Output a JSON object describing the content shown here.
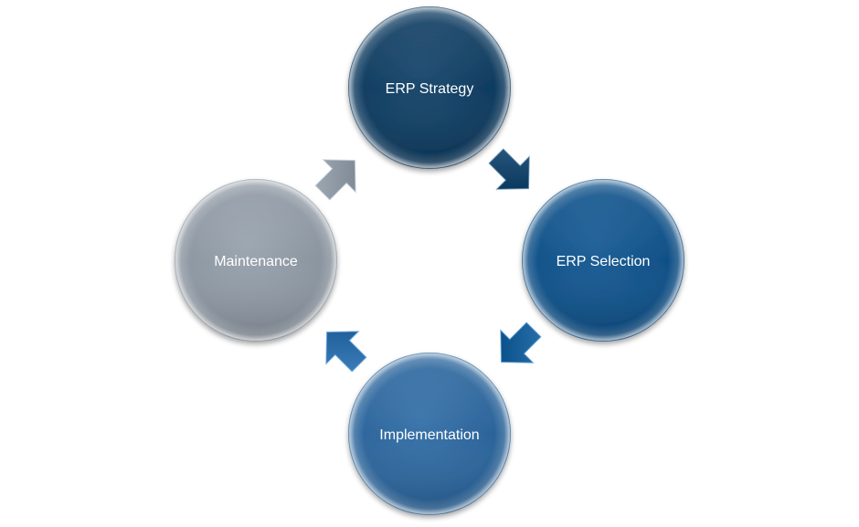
{
  "diagram": {
    "nodes": [
      {
        "id": "strategy",
        "label": "ERP Strategy",
        "color": "#0d3a5e"
      },
      {
        "id": "selection",
        "label": "ERP Selection",
        "color": "#0e4f86"
      },
      {
        "id": "implementation",
        "label": "Implementation",
        "color": "#2a6399"
      },
      {
        "id": "maintenance",
        "label": "Maintenance",
        "color": "#8a949f"
      }
    ],
    "arrows": [
      {
        "from": "strategy",
        "to": "selection",
        "color": "#0e3d63"
      },
      {
        "from": "selection",
        "to": "implementation",
        "color": "#0f5690"
      },
      {
        "from": "implementation",
        "to": "maintenance",
        "color": "#24649f"
      },
      {
        "from": "maintenance",
        "to": "strategy",
        "color": "#848f9a"
      }
    ]
  }
}
